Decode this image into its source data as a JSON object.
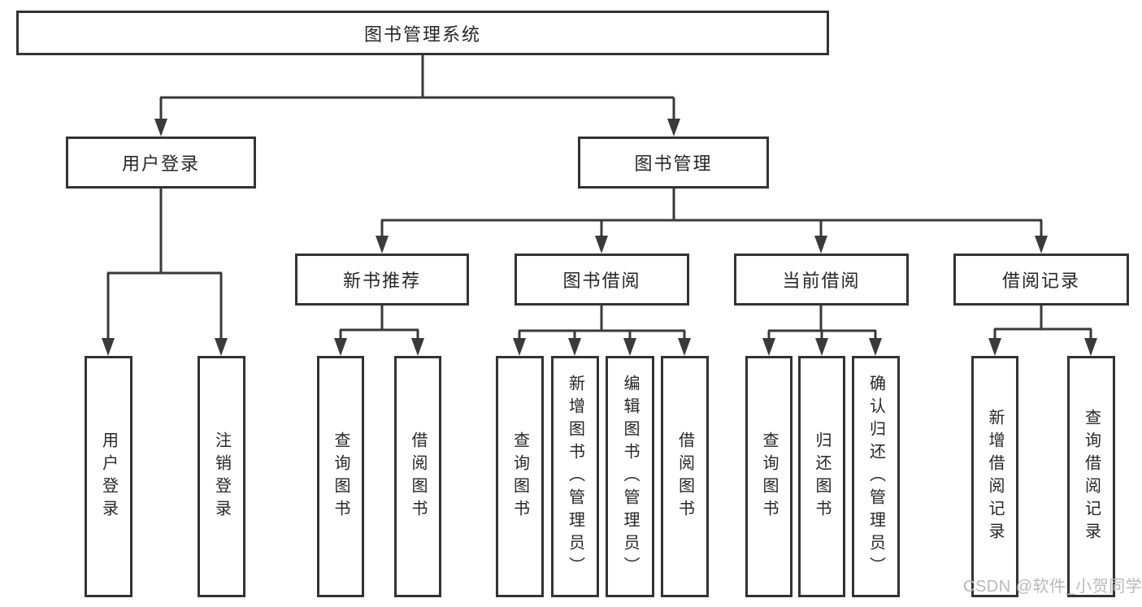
{
  "colors": {
    "line": "#3a3a3a",
    "box_border": "#333333",
    "text": "#262626",
    "background": "#ffffff",
    "watermark": "#b9b9b9"
  },
  "watermark": {
    "text": "CSDN @软件_小贺同学"
  },
  "tree": {
    "root": {
      "label": "图书管理系统"
    },
    "branches": [
      {
        "label": "用户登录",
        "children": [
          {
            "label": "用户登录"
          },
          {
            "label": "注销登录"
          }
        ]
      },
      {
        "label": "图书管理",
        "children": [
          {
            "label": "新书推荐",
            "children": [
              {
                "label": "查询图书"
              },
              {
                "label": "借阅图书"
              }
            ]
          },
          {
            "label": "图书借阅",
            "children": [
              {
                "label": "查询图书"
              },
              {
                "label": "新增图书（管理员）"
              },
              {
                "label": "编辑图书（管理员）"
              },
              {
                "label": "借阅图书"
              }
            ]
          },
          {
            "label": "当前借阅",
            "children": [
              {
                "label": "查询图书"
              },
              {
                "label": "归还图书"
              },
              {
                "label": "确认归还（管理员）"
              }
            ]
          },
          {
            "label": "借阅记录",
            "children": [
              {
                "label": "新增借阅记录"
              },
              {
                "label": "查询借阅记录"
              }
            ]
          }
        ]
      }
    ]
  }
}
